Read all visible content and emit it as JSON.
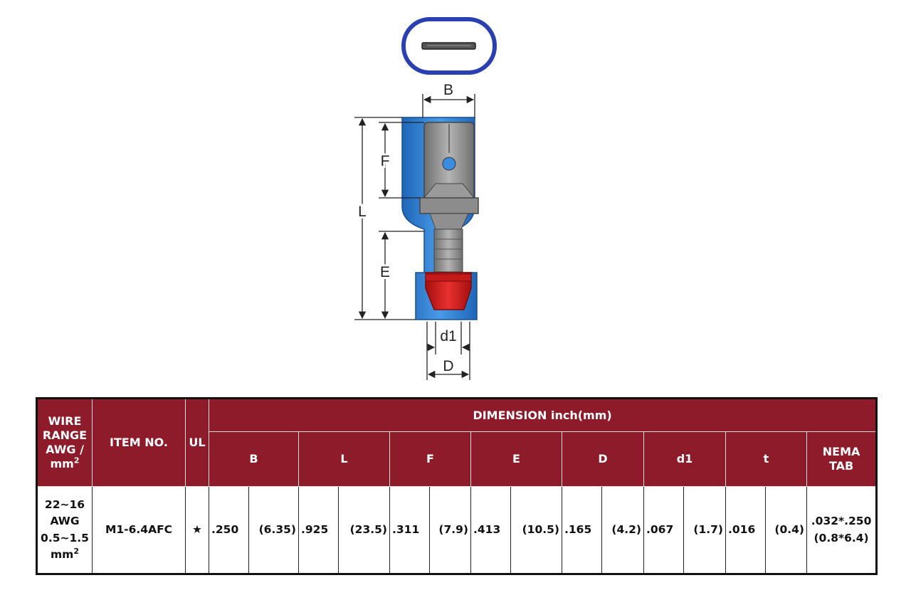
{
  "drawing": {
    "labels": {
      "B": "B",
      "F": "F",
      "L": "L",
      "E": "E",
      "d1": "d1",
      "D": "D"
    },
    "colors": {
      "insulation": "#2f7fd0",
      "metal": "#8a8a8a",
      "crimp": "#d01818",
      "end_ring": "#2a3fb0"
    }
  },
  "table": {
    "headers": {
      "wire_range": [
        "WIRE",
        "RANGE",
        "AWG /",
        "mm",
        "2"
      ],
      "item_no": "ITEM NO.",
      "ul": "UL",
      "dimension": "DIMENSION inch(mm)",
      "cols": [
        "B",
        "L",
        "F",
        "E",
        "D",
        "d1",
        "t"
      ],
      "nema": [
        "NEMA",
        "TAB"
      ]
    },
    "row": {
      "wire_range": [
        "22~16",
        "AWG",
        "0.5~1.5",
        "mm",
        "2"
      ],
      "item_no": "M1-6.4AFC",
      "ul": "★",
      "values": [
        [
          ".250",
          "(6.35)"
        ],
        [
          ".925",
          "(23.5)"
        ],
        [
          ".311",
          "(7.9)"
        ],
        [
          ".413",
          "(10.5)"
        ],
        [
          ".165",
          "(4.2)"
        ],
        [
          ".067",
          "(1.7)"
        ],
        [
          ".016",
          "(0.4)"
        ]
      ],
      "nema": [
        ".032*.250",
        "(0.8*6.4)"
      ]
    }
  }
}
